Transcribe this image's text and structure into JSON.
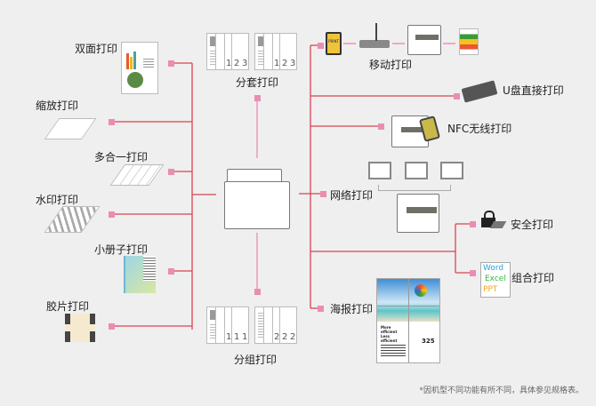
{
  "colors": {
    "line": "#d8434f",
    "node": "#ea8db3",
    "background": "#efefef"
  },
  "center": {
    "device": "multifunction-printer"
  },
  "left_features": [
    {
      "label": "双面打印",
      "icon": "duplex-document-icon"
    },
    {
      "label": "缩放打印",
      "icon": "scaled-page-icon"
    },
    {
      "label": "多合一打印",
      "icon": "n-up-page-icon"
    },
    {
      "label": "水印打印",
      "icon": "watermark-page-icon"
    },
    {
      "label": "小册子打印",
      "icon": "booklet-icon"
    },
    {
      "label": "胶片打印",
      "icon": "film-strip-icon"
    }
  ],
  "top_feature": {
    "label": "分套打印",
    "pages": [
      "1",
      "2",
      "3",
      "1",
      "2",
      "3"
    ]
  },
  "bottom_feature": {
    "label": "分组打印",
    "pages": [
      "1",
      "1",
      "1",
      "2",
      "2",
      "2"
    ]
  },
  "right_features": [
    {
      "label": "移动打印",
      "icon": "mobile-router-printer-icon",
      "phone_text": "PRINT"
    },
    {
      "label": "U盘直接打印",
      "icon": "usb-drive-icon"
    },
    {
      "label": "NFC无线打印",
      "icon": "nfc-phone-printer-icon"
    },
    {
      "label": "网络打印",
      "icon": "network-computers-icon"
    },
    {
      "label": "安全打印",
      "icon": "lock-keypad-icon"
    },
    {
      "label": "组合打印",
      "icon": "office-docs-icon",
      "docs": [
        "Word",
        "Excel",
        "PPT"
      ],
      "doc_colors": [
        "#2aa0e0",
        "#3cb54a",
        "#f5a623"
      ]
    },
    {
      "label": "海报打印",
      "icon": "poster-icon",
      "poster_title": "More efficient Less efficient",
      "poster_number": "325"
    }
  ],
  "footnote": "*因机型不同功能有所不同，具体参见规格表。"
}
